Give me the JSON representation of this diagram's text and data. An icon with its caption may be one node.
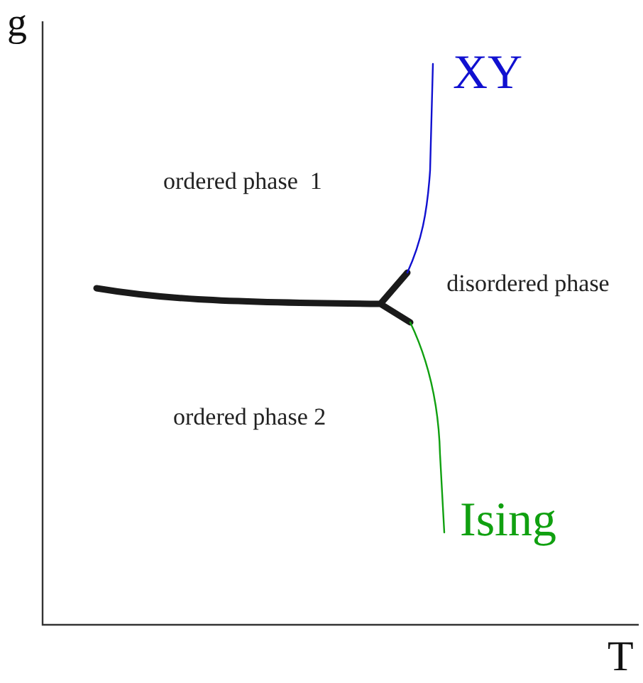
{
  "diagram": {
    "labels": [
      "g",
      "XY",
      "ordered phase  1",
      "disordered phase",
      "ordered phase 2",
      "Ising",
      "T"
    ]
  }
}
